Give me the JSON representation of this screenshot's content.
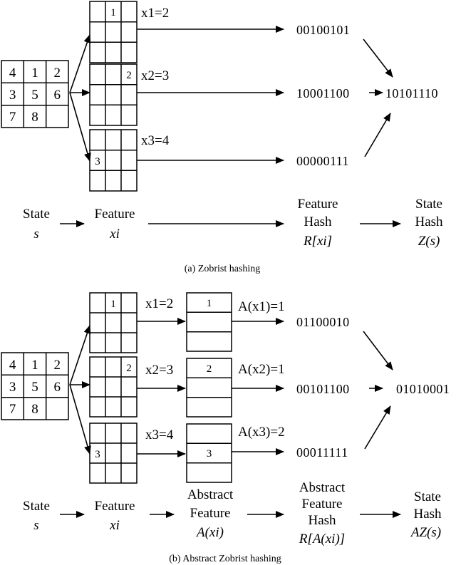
{
  "puzzle": {
    "cells": [
      "4",
      "1",
      "2",
      "3",
      "5",
      "6",
      "7",
      "8",
      ""
    ]
  },
  "features": [
    {
      "tile": "1",
      "value": "x1=2",
      "abstract_label": "A(x1)=1",
      "abstract_value": "1"
    },
    {
      "tile": "2",
      "value": "x2=3",
      "abstract_label": "A(x2)=1",
      "abstract_value": "2"
    },
    {
      "tile": "3",
      "value": "x3=4",
      "abstract_label": "A(x3)=2",
      "abstract_value": "3"
    }
  ],
  "zobrist": {
    "hashes": [
      "00100101",
      "10001100",
      "00000111"
    ],
    "state_hash": "10101110",
    "caption": "(a) Zobrist hashing",
    "labels": {
      "state": "State",
      "state_sym": "s",
      "feature": "Feature",
      "feature_sym": "xi",
      "feature_hash_1": "Feature",
      "feature_hash_2": "Hash",
      "feature_hash_sym": "R[xi]",
      "state_hash_1": "State",
      "state_hash_2": "Hash",
      "state_hash_sym": "Z(s)"
    }
  },
  "abstract_zobrist": {
    "hashes": [
      "01100010",
      "00101100",
      "00011111"
    ],
    "state_hash": "01010001",
    "caption": "(b) Abstract Zobrist hashing",
    "labels": {
      "state": "State",
      "state_sym": "s",
      "feature": "Feature",
      "feature_sym": "xi",
      "abstract_feature_1": "Abstract",
      "abstract_feature_2": "Feature",
      "abstract_feature_sym": "A(xi)",
      "abstract_hash_1": "Abstract",
      "abstract_hash_2": "Feature",
      "abstract_hash_3": "Hash",
      "abstract_hash_sym": "R[A(xi)]",
      "state_hash_1": "State",
      "state_hash_2": "Hash",
      "state_hash_sym": "AZ(s)"
    }
  }
}
